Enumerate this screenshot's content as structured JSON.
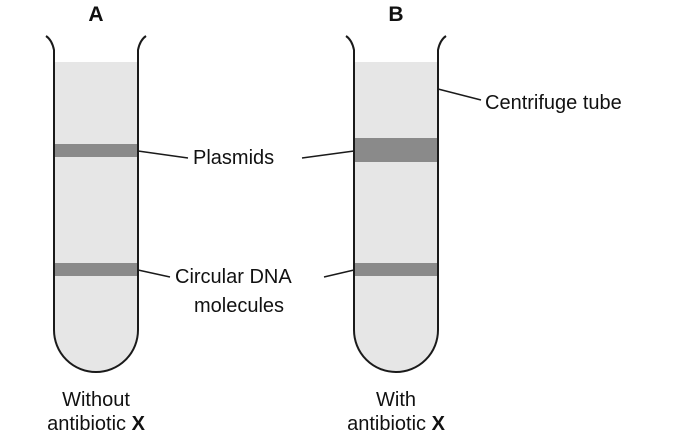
{
  "tubes": [
    {
      "letter": "A",
      "caption_line1": "Without",
      "caption_line2_prefix": "antibiotic ",
      "caption_line2_bold": "X"
    },
    {
      "letter": "B",
      "caption_line1": "With",
      "caption_line2_prefix": "antibiotic ",
      "caption_line2_bold": "X"
    }
  ],
  "labels": {
    "centrifuge_tube": "Centrifuge tube",
    "plasmids": "Plasmids",
    "circular_dna_line1": "Circular DNA",
    "circular_dna_line2": "molecules"
  },
  "colors": {
    "fluid": "#e6e6e6",
    "band": "#8a8a8a",
    "outline": "#1a1a1a"
  }
}
